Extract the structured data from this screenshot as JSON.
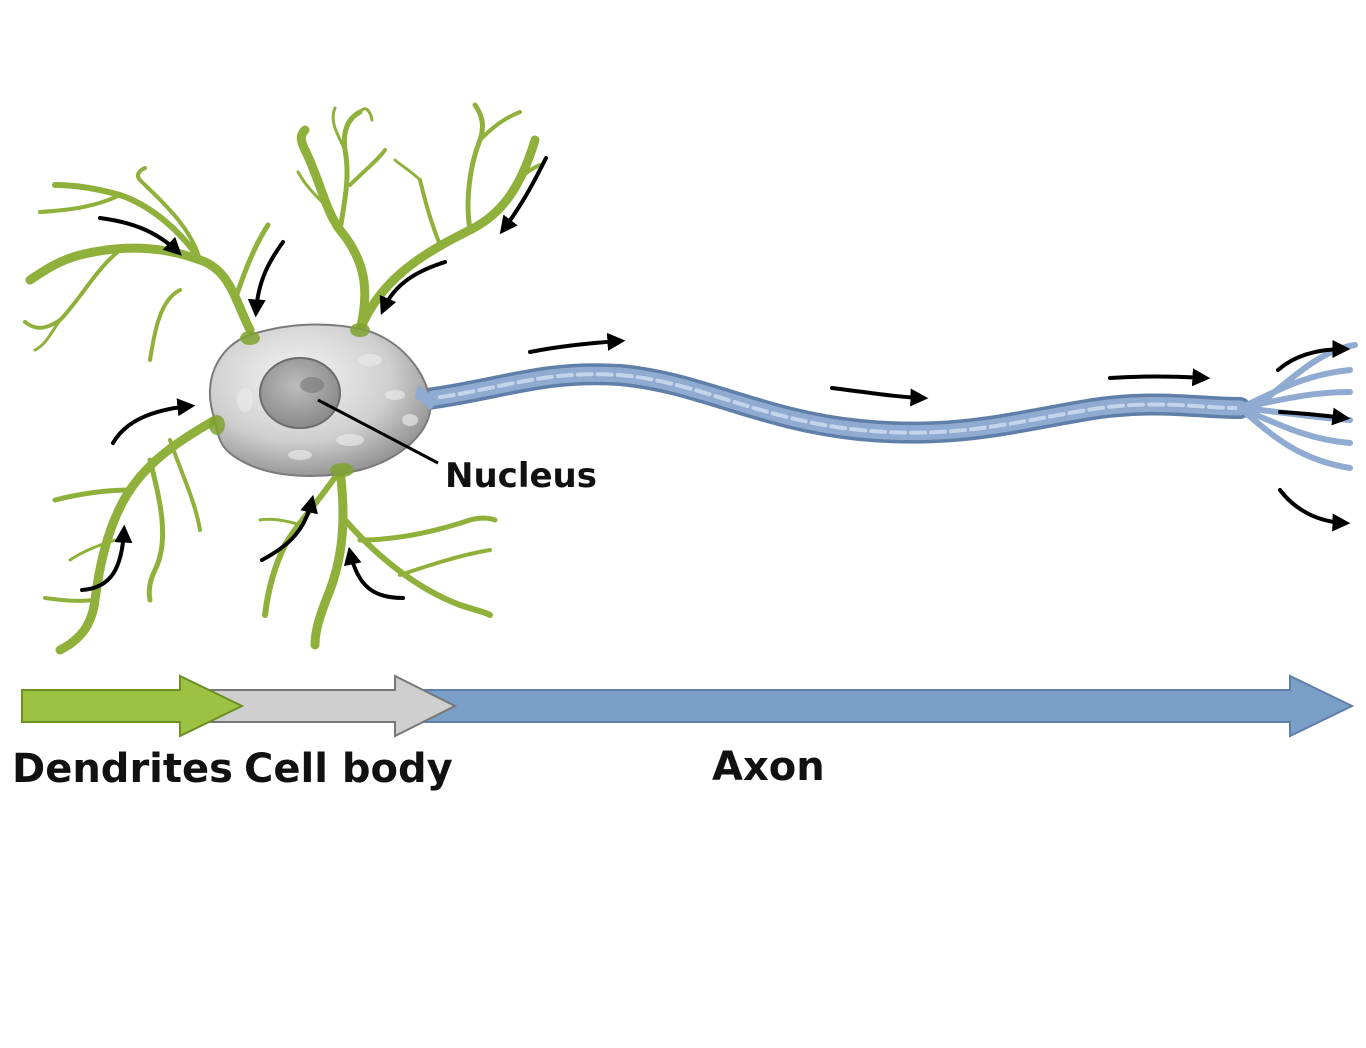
{
  "labels": {
    "nucleus": "Nucleus",
    "dendrites": "Dendrites",
    "cell_body": "Cell body",
    "axon": "Axon"
  },
  "colors": {
    "dendrite": "#8fb13b",
    "dendrite_dark": "#5f7f1e",
    "cell_body": "#c9c9c9",
    "axon": "#8fabd1",
    "axon_dark": "#5f7fa8",
    "arrow_dendrites": "#9bc243",
    "arrow_cell_body": "#cfcfcf",
    "arrow_axon": "#7a9fc6",
    "signal_arrow": "#000000"
  },
  "icons": [
    "signal-direction-arrow"
  ]
}
